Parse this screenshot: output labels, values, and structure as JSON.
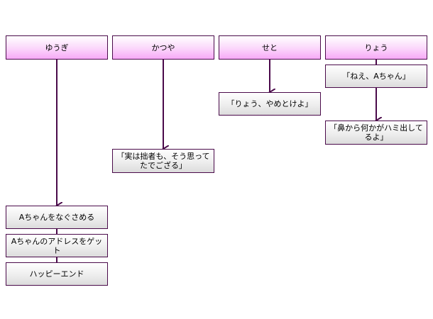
{
  "columns": [
    {
      "name": "ゆうぎ",
      "steps": [
        "Aちゃんをなぐさめる",
        "Aちゃんのアドレスをゲット",
        "ハッピーエンド"
      ]
    },
    {
      "name": "かつや",
      "steps": [
        "「実は拙者も、そう思ってたでござる」"
      ]
    },
    {
      "name": "せと",
      "steps": [
        "「りょう、やめとけよ」"
      ]
    },
    {
      "name": "りょう",
      "steps": [
        "「ねえ、Aちゃん」",
        "「鼻から何かがハミ出してるよ」"
      ]
    }
  ],
  "colors": {
    "line": "#4a0a4a",
    "header_gradient_end": "#f7a9f7",
    "step_gradient_end": "#dcdcdc"
  }
}
